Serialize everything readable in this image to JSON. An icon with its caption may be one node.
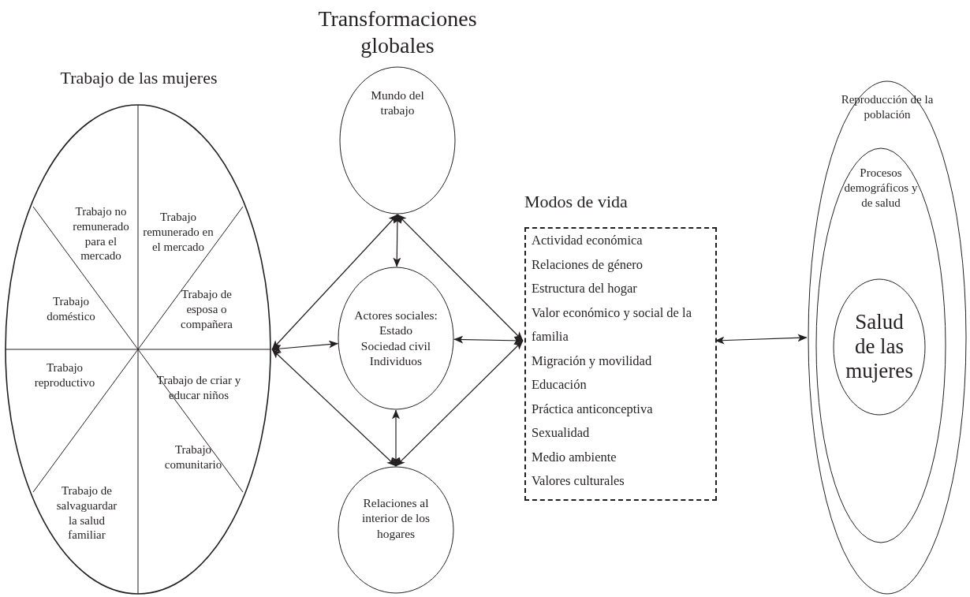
{
  "diagram": {
    "nodes": [
      {
        "text": [
          "Trabajo de las mujeres"
        ]
      },
      {
        "text": [
          "Trabajo no remunerado para el mercado"
        ],
        "in": 0
      },
      {
        "text": [
          "Trabajo remunerado en el mercado"
        ],
        "in": 0
      },
      {
        "text": [
          "Trabajo doméstico"
        ],
        "in": 0
      },
      {
        "text": [
          "Trabajo de esposa o compañera"
        ],
        "in": 0
      },
      {
        "text": [
          "Trabajo reproductivo"
        ],
        "in": 0
      },
      {
        "text": [
          "Trabajo de criar y educar niños"
        ],
        "in": 0
      },
      {
        "text": [
          "Trabajo de salvaguardar la salud familiar"
        ],
        "in": 0
      },
      {
        "text": [
          "Trabajo comunitario"
        ],
        "in": 0
      },
      {
        "text": [
          "Mundo del trabajo"
        ],
        "beside": [
          "Transformaciones globales"
        ]
      },
      {
        "text": [
          "Actores sociales:",
          "Estado",
          "Sociedad civil",
          "Individuos"
        ]
      },
      {
        "text": [
          "Relaciones al interior de los hogares"
        ]
      },
      {
        "text": [
          "Modos de vida",
          "Actividad económica",
          "Relaciones de género",
          "Estructura del hogar",
          "Valor económico y social de la familia",
          "Migración y movilidad",
          "Educación",
          "Práctica anticonceptiva",
          "Sexualidad",
          "Medio ambiente",
          "Valores culturales"
        ]
      },
      {
        "text": [
          "Reproducción de la población"
        ]
      },
      {
        "text": [
          "Procesos demográficos y de salud"
        ],
        "in": 13
      },
      {
        "text": [
          "Salud de las mujeres"
        ],
        "in": 14
      }
    ],
    "edges": [
      {
        "from": 10,
        "to": 9,
        "arrow": "both"
      },
      {
        "from": 10,
        "to": 11,
        "arrow": "both"
      },
      {
        "from": 10,
        "to": 0,
        "arrow": "both"
      },
      {
        "from": 10,
        "to": 12,
        "arrow": "both"
      },
      {
        "from": 0,
        "to": 9,
        "arrow": "both"
      },
      {
        "from": 0,
        "to": 11,
        "arrow": "both"
      },
      {
        "from": 9,
        "to": 12,
        "arrow": "both"
      },
      {
        "from": 11,
        "to": 12,
        "arrow": "both"
      },
      {
        "from": 12,
        "to": 13,
        "arrow": "both"
      }
    ]
  }
}
